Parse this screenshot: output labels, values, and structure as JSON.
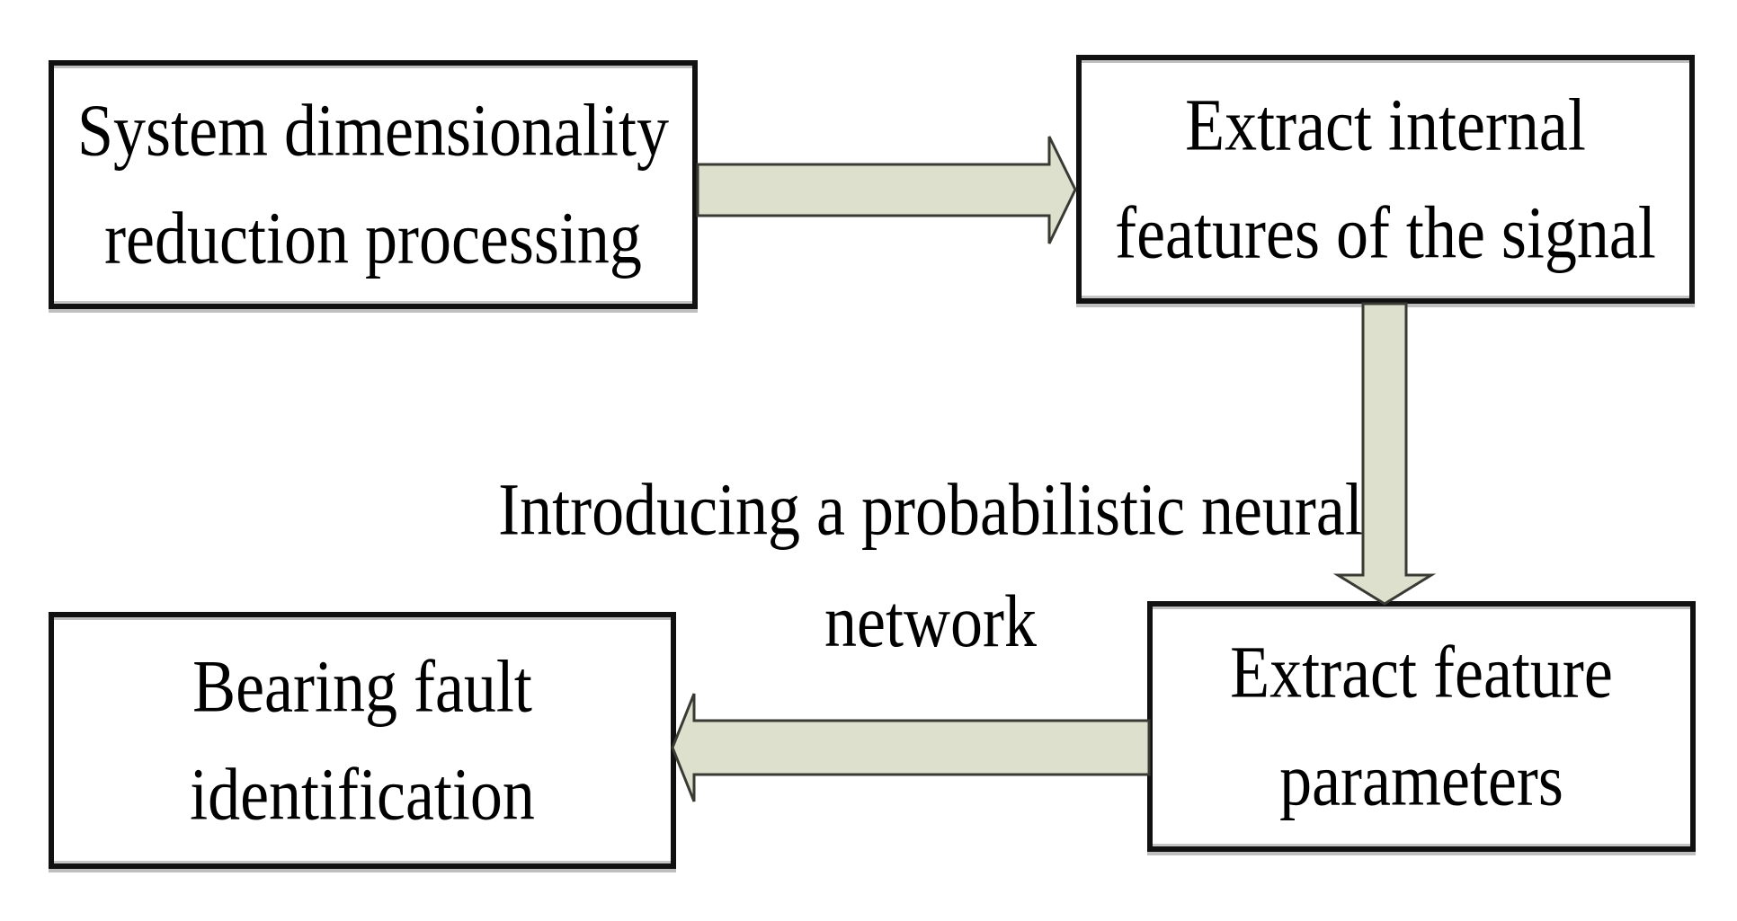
{
  "diagram": {
    "type": "flowchart",
    "style": {
      "background": "#ffffff",
      "box_fill": "#ffffff",
      "box_border": "#111111",
      "arrow_fill": "#dde0cc",
      "arrow_outline": "#383a33",
      "text_color": "#000000"
    },
    "nodes": [
      {
        "id": "system-dimensionality-reduction",
        "label": "System dimensionality reduction processing",
        "lines": [
          "System dimensionality",
          "reduction processing"
        ]
      },
      {
        "id": "extract-internal-features",
        "label": "Extract internal features of the signal",
        "lines": [
          "Extract internal",
          "features of the signal"
        ]
      },
      {
        "id": "extract-feature-parameters",
        "label": "Extract feature parameters",
        "lines": [
          "Extract feature",
          "parameters"
        ]
      },
      {
        "id": "bearing-fault-identification",
        "label": "Bearing fault identification",
        "lines": [
          "Bearing fault",
          "identification"
        ]
      }
    ],
    "annotation": {
      "label": "Introducing a probabilistic neural network",
      "lines": [
        "Introducing a probabilistic neural",
        "network"
      ]
    },
    "edges": [
      {
        "from": "system-dimensionality-reduction",
        "to": "extract-internal-features",
        "direction": "right"
      },
      {
        "from": "extract-internal-features",
        "to": "extract-feature-parameters",
        "direction": "down"
      },
      {
        "from": "extract-feature-parameters",
        "to": "bearing-fault-identification",
        "direction": "left"
      }
    ]
  }
}
